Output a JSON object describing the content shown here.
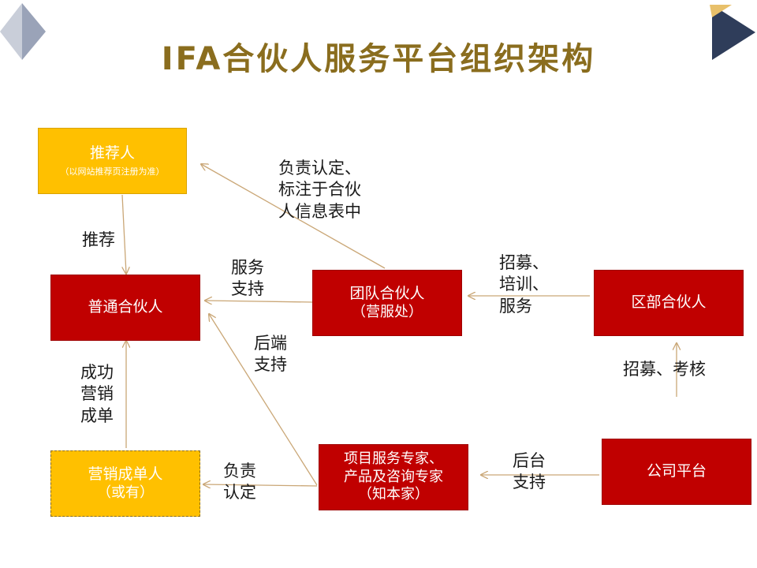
{
  "title": "IFA合伙人服务平台组织架构",
  "colors": {
    "title": "#8a6d1e",
    "red_box": "#c00000",
    "yellow_box": "#ffc000",
    "arrow": "#caa777",
    "corner_dark": "#2f3d5a",
    "corner_gold": "#e8c06a",
    "corner_gray": "#aab2c4"
  },
  "boxes": {
    "referrer": {
      "label": "推荐人",
      "sub": "（以网站推荐页注册为准）"
    },
    "ordinary_partner": {
      "label": "普通合伙人"
    },
    "team_partner": {
      "label": "团队合伙人",
      "sub": "（营服处）"
    },
    "district_partner": {
      "label": "区部合伙人"
    },
    "sales_closer": {
      "label": "营销成单人",
      "sub": "（或有）"
    },
    "experts": {
      "line1": "项目服务专家、",
      "line2": "产品及咨询专家",
      "line3": "（知本家）"
    },
    "company_platform": {
      "label": "公司平台"
    }
  },
  "labels": {
    "confirm_register": "负责认定、\n标注于合伙\n人信息表中",
    "recommend": "推荐",
    "service_support": "服务\n支持",
    "recruit_train_service": "招募、\n培训、\n服务",
    "backend_support": "后端\n支持",
    "successful_sale": "成功\n营销\n成单",
    "recruit_assess": "招募、考核",
    "confirm": "负责\n认定",
    "backoffice_support": "后台\n支持"
  }
}
